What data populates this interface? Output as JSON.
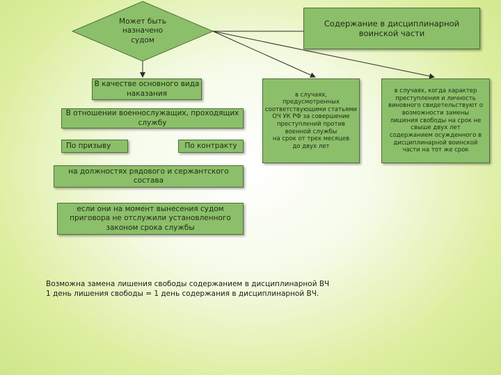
{
  "diamond": {
    "label": "Может быть\nназначено\nсудом"
  },
  "header": {
    "title": "Содержание в дисциплинарной\nвоинской части"
  },
  "boxes": {
    "main_type": "В качестве основного вида\nнаказания",
    "servicemen": "В отношении военнослужащих, проходящих\nслужбу",
    "conscript": "По призыву",
    "contract": "По контракту",
    "ranks": "на должностях рядового и сержантского\nсостава",
    "not_served": "если они на момент вынесения судом\nприговора не отслужили установленного\nзаконом срока службы",
    "cases_uk": "в случаях,\nпредусмотренных\nсоответствующими статьями\nОЧ УК РФ за совершение\nпреступлений против\nвоенной службы\nна срок от трех месяцев\nдо двух лет",
    "cases_replace": "в случаях, когда характер\nпреступления и личность\nвиновного свидетельствуют о\nвозможности замены\nлишения свободы на срок не\nсвыше двух лет\nсодержанием осужденного в\nдисциплинарной воинской\nчасти на тот же срок"
  },
  "note": {
    "line1": "Возможна замена  лишения свободы содержанием в дисциплинарной ВЧ",
    "line2": "1 день лишения свободы = 1 день содержания в дисциплинарной ВЧ."
  },
  "colors": {
    "box_fill": "#8cbf6a",
    "box_border": "#4f6f3a",
    "arrow": "#2c2c2c"
  }
}
